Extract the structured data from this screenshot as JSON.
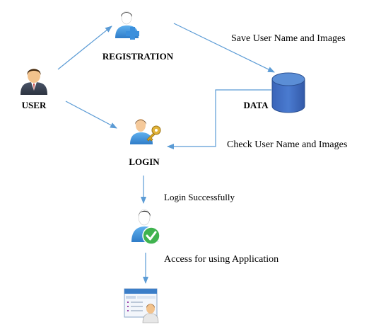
{
  "nodes": {
    "user": {
      "label": "USER",
      "icon": "user-businessman-icon"
    },
    "registration": {
      "label": "REGISTRATION",
      "icon": "user-add-icon"
    },
    "database": {
      "label": "DATA",
      "icon": "database-cylinder-icon"
    },
    "login": {
      "label": "LOGIN",
      "icon": "user-key-icon"
    },
    "success": {
      "icon": "user-checkmark-icon"
    },
    "application": {
      "icon": "application-window-user-icon"
    }
  },
  "edges": {
    "save": {
      "label": "Save User Name and Images"
    },
    "check": {
      "label": "Check User Name and Images"
    },
    "login_success": {
      "label": "Login Successfully"
    },
    "access": {
      "label": "Access for using Application"
    }
  },
  "colors": {
    "arrow": "#5b9bd5",
    "database_fill": "#4472c4",
    "database_top": "#5b8ed6",
    "skin": "#f5c99a",
    "check_green": "#3fb34f",
    "plus_blue": "#3b8fdc",
    "key_gold": "#d9a521"
  }
}
